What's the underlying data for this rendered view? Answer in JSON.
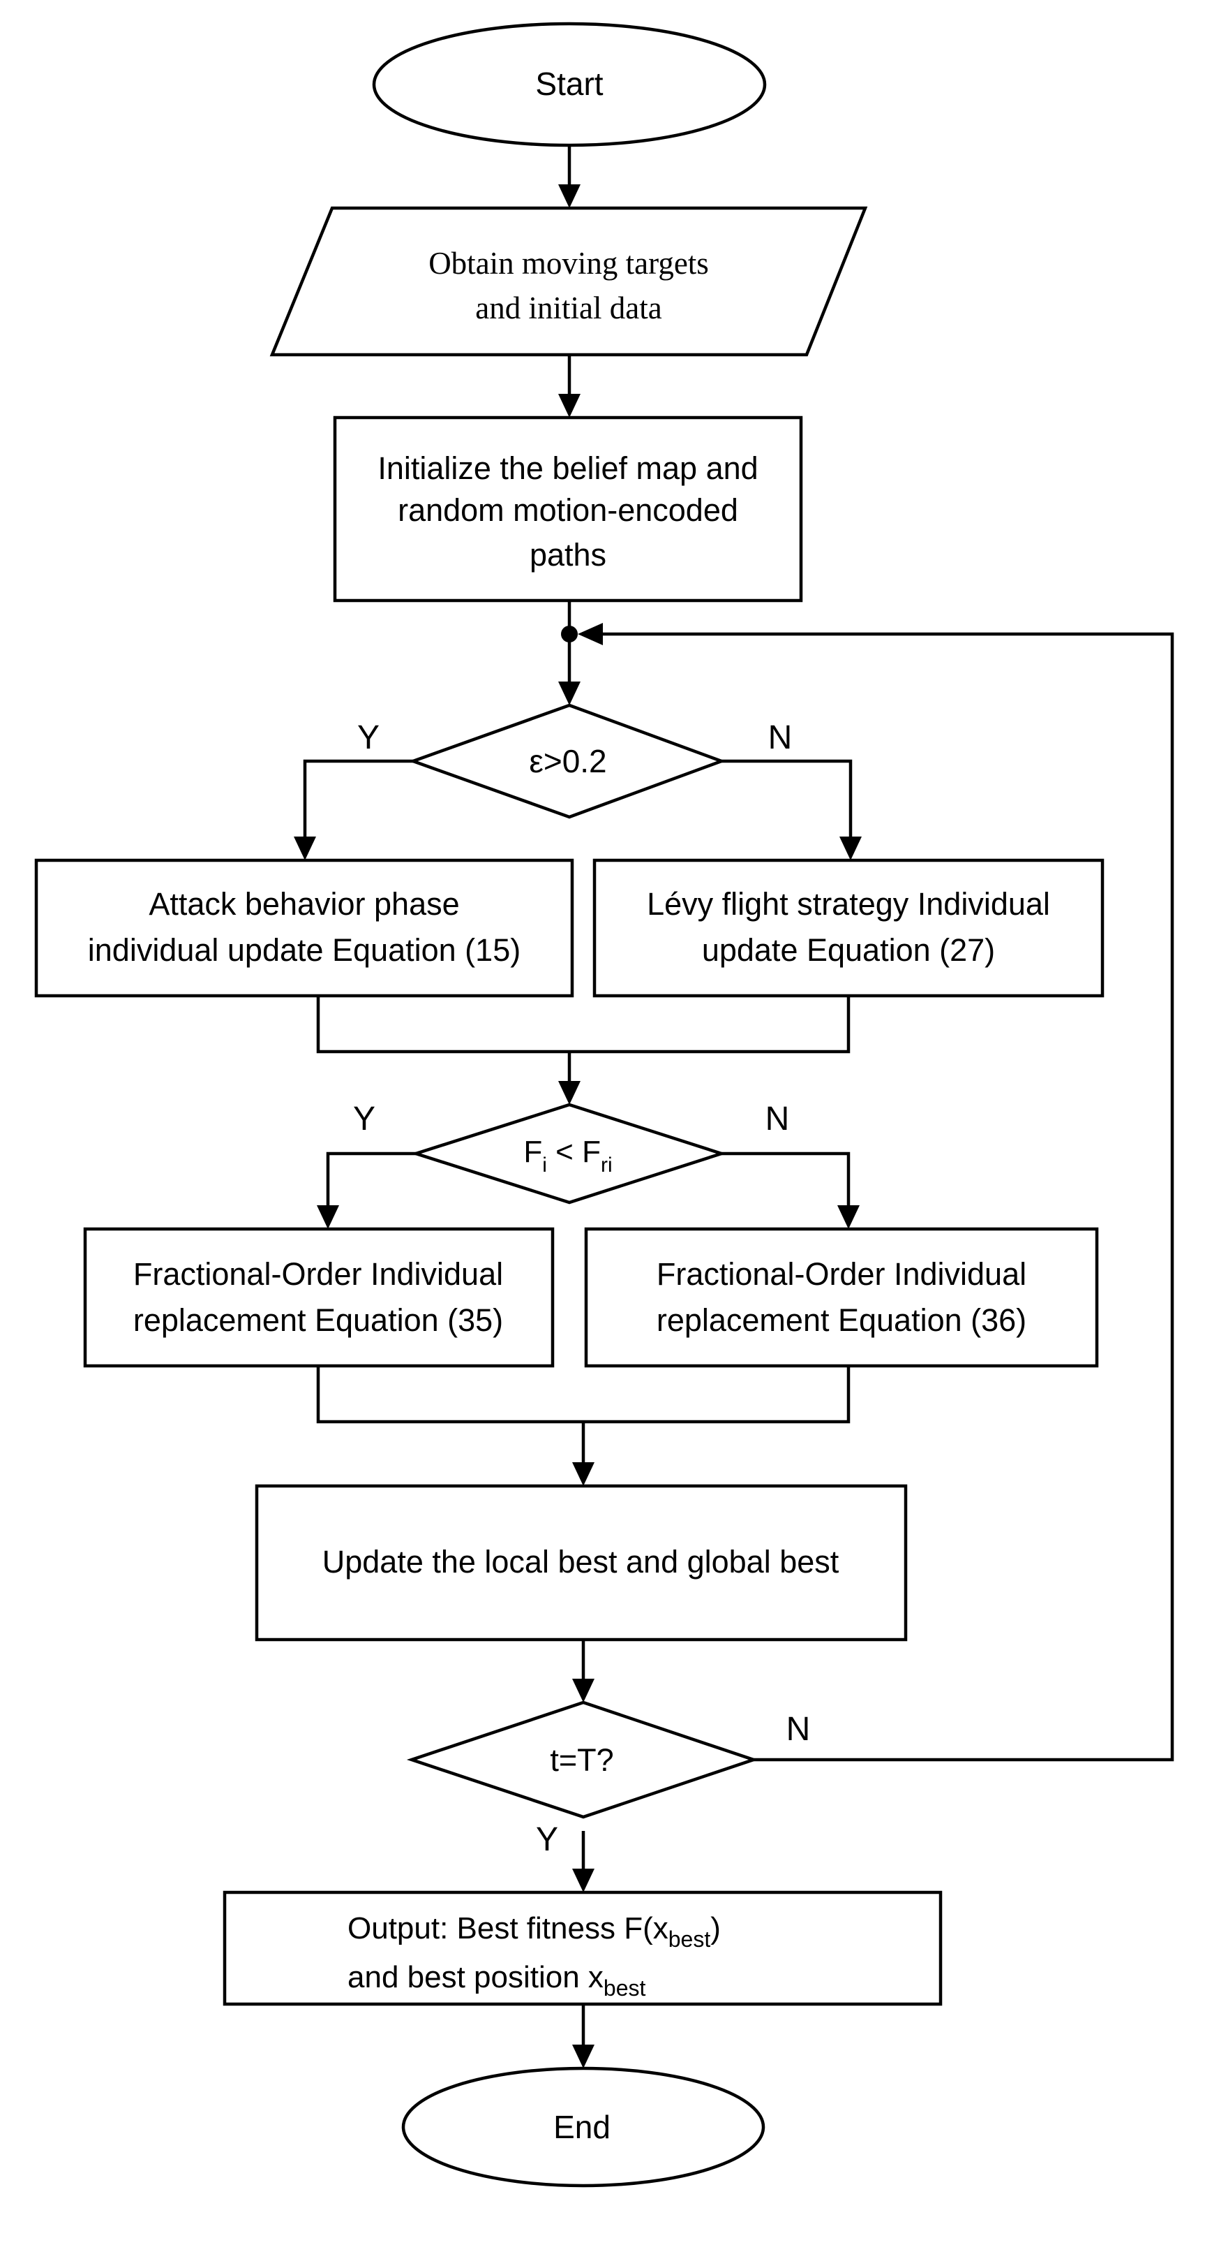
{
  "nodes": {
    "start": "Start",
    "obtain": [
      "Obtain moving targets",
      "and initial data"
    ],
    "initialize": [
      "Initialize the belief map and",
      "random motion-encoded",
      "paths"
    ],
    "decision1": "ε>0.2",
    "attack": [
      "Attack behavior phase",
      "individual update Equation (15)"
    ],
    "levy": [
      "Lévy flight strategy Individual",
      "update Equation (27)"
    ],
    "decision2": {
      "f1": "F",
      "s1": "i",
      "op": " < ",
      "f2": "F",
      "s2": "ri"
    },
    "frac35": [
      "Fractional-Order Individual",
      "replacement Equation (35)"
    ],
    "frac36": [
      "Fractional-Order Individual",
      "replacement Equation (36)"
    ],
    "update": "Update the local best and global best",
    "decision3": "t=T?",
    "output": {
      "line1_prefix": "Output: Best fitness F(x",
      "line1_sub": "best",
      "line1_suffix": ")",
      "line2_prefix": "and best position x",
      "line2_sub": "best"
    },
    "end": "End"
  },
  "branch_labels": {
    "d1_yes": "Y",
    "d1_no": "N",
    "d2_yes": "Y",
    "d2_no": "N",
    "d3_no": "N",
    "d3_yes": "Y"
  }
}
